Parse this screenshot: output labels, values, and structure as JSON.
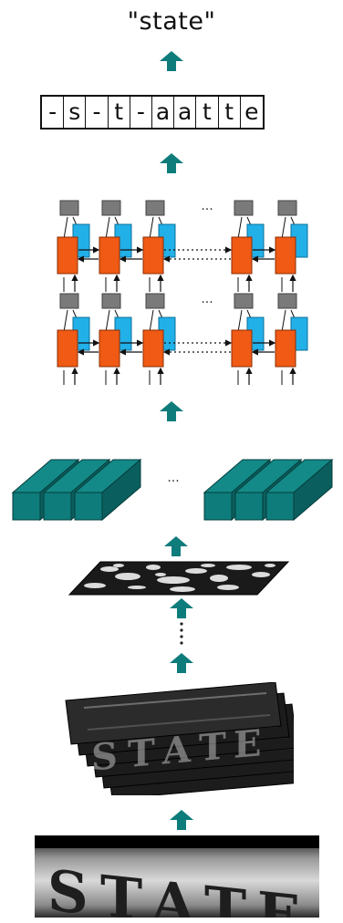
{
  "output": {
    "text": "\"state\""
  },
  "ctc_sequence": [
    "-",
    "s",
    "-",
    "t",
    "-",
    "a",
    "a",
    "t",
    "t",
    "e"
  ],
  "rnn": {
    "ellipsis": "..."
  },
  "feature_sequence": {
    "ellipsis": "..."
  },
  "colors": {
    "arrow": "#0e7c7b",
    "lstm_cell": "#f05a14",
    "lstm_gate": "#22b0e8",
    "output_node": "#7a7a7a",
    "feature_prism": "#0e7c7b"
  }
}
